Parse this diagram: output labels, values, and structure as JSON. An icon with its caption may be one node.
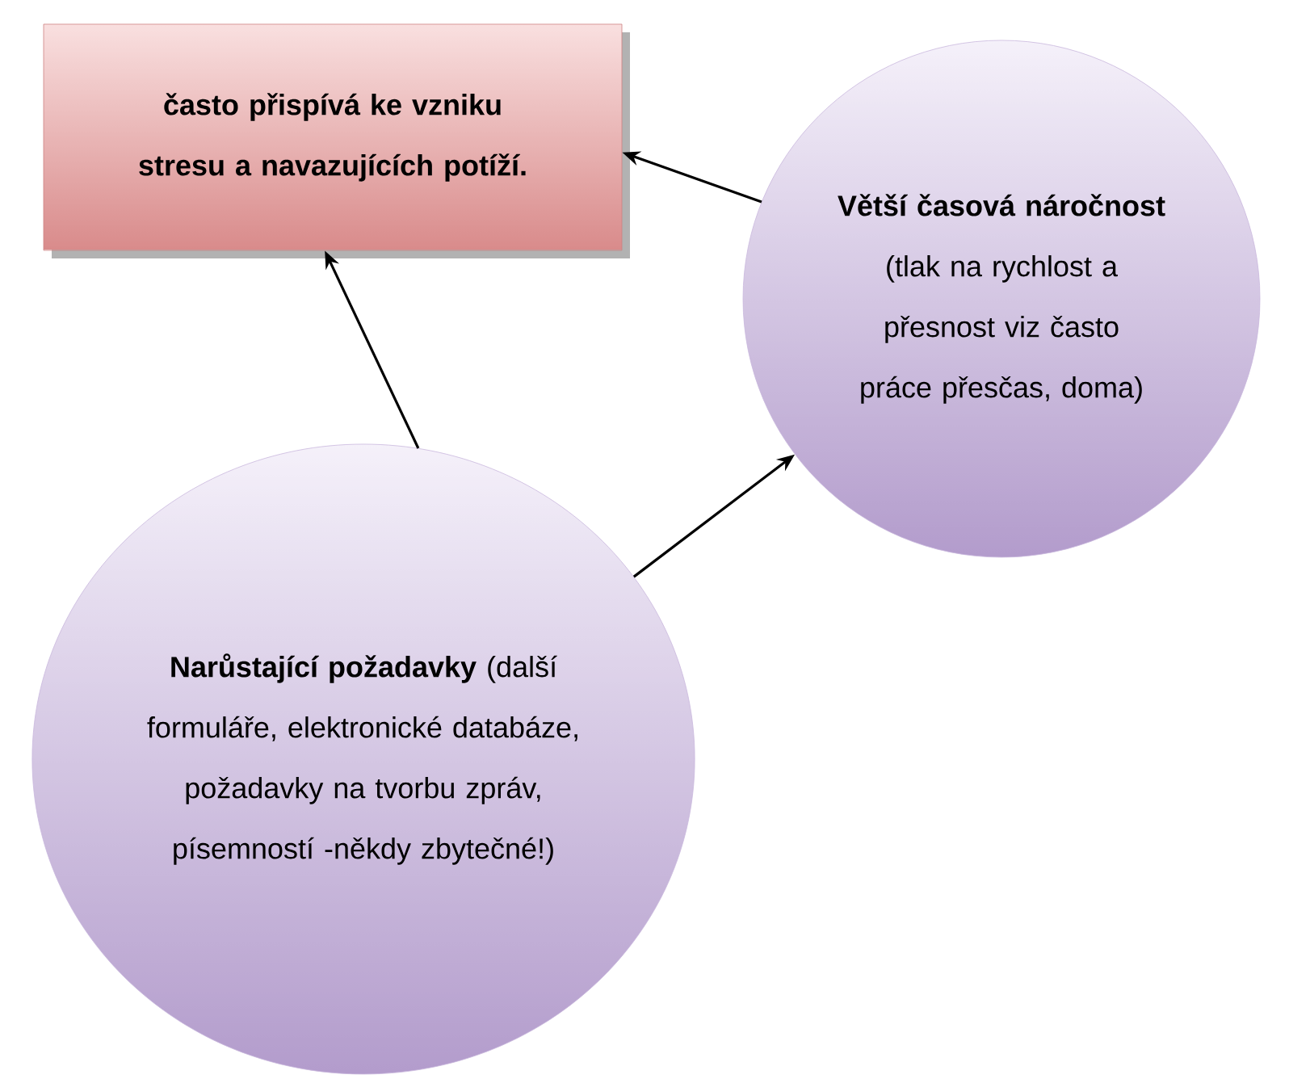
{
  "diagram": {
    "nodes": [
      {
        "text": [
          "často přispívá ke vzniku stresu a navazujících potíží."
        ]
      },
      {
        "text": [
          "**Větší časová náročnost** (tlak na rychlost a přesnost viz často práce přesčas, doma)"
        ]
      },
      {
        "text": [
          "**Narůstající požadavky** (další formuláře, elektronické databáze, požadavky na tvorbu zpráv, písemností -někdy zbytečné!)"
        ]
      }
    ],
    "edges": [
      {
        "from": 1,
        "to": 0,
        "arrow": "to"
      },
      {
        "from": 2,
        "to": 0,
        "arrow": "to"
      },
      {
        "from": 2,
        "to": 1,
        "arrow": "to"
      }
    ]
  }
}
